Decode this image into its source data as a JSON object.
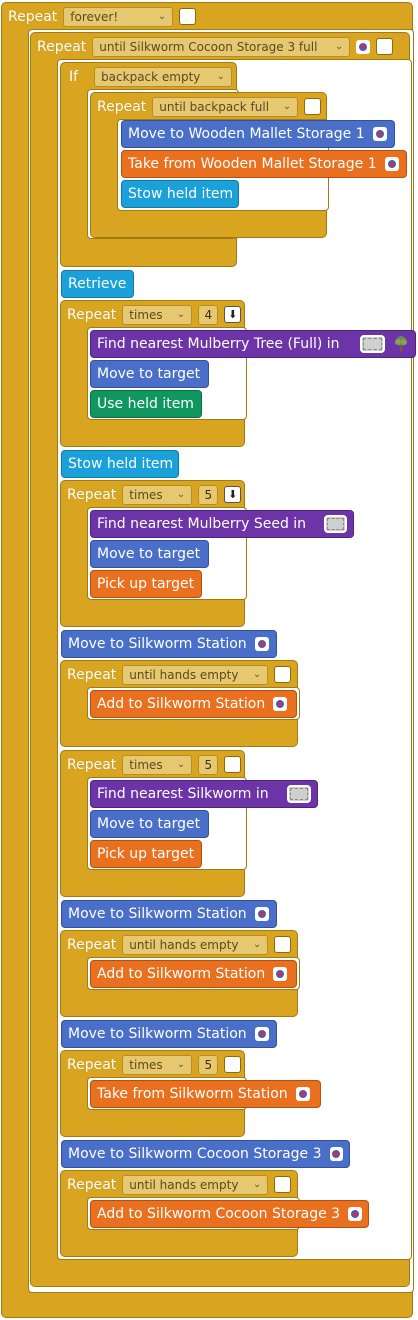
{
  "keywords": {
    "repeat": "Repeat",
    "if": "If"
  },
  "blocks": {
    "forever_loop": {
      "mode": "forever!"
    },
    "cocoon_loop": {
      "mode": "until Silkworm Cocoon Storage 3 full"
    },
    "backpack_if": {
      "condition": "backpack empty"
    },
    "backpack_loop": {
      "mode": "until backpack full"
    },
    "move_mallet": "Move to Wooden Mallet Storage 1",
    "take_mallet": "Take from Wooden Mallet Storage 1",
    "stow_1": "Stow held item",
    "retrieve": "Retrieve",
    "tree_loop": {
      "mode": "times",
      "count": "4"
    },
    "find_tree": "Find nearest Mulberry Tree (Full) in",
    "move_target_1": "Move to target",
    "use_held": "Use held item",
    "stow_2": "Stow held item",
    "seed_loop": {
      "mode": "times",
      "count": "5"
    },
    "find_seed": "Find nearest Mulberry Seed in",
    "move_target_2": "Move to target",
    "pick_up_1": "Pick up target",
    "move_station_1": "Move to Silkworm Station",
    "hands_loop_1": {
      "mode": "until hands empty"
    },
    "add_station_1": "Add to Silkworm Station",
    "worm_loop": {
      "mode": "times",
      "count": "5"
    },
    "find_worm": "Find nearest Silkworm in",
    "move_target_3": "Move to target",
    "pick_up_2": "Pick up target",
    "move_station_2": "Move to Silkworm Station",
    "hands_loop_2": {
      "mode": "until hands empty"
    },
    "add_station_2": "Add to Silkworm Station",
    "move_station_3": "Move to Silkworm Station",
    "take_loop": {
      "mode": "times",
      "count": "5"
    },
    "take_station": "Take from Silkworm Station",
    "move_storage": "Move to Silkworm Cocoon Storage 3",
    "hands_loop_3": {
      "mode": "until hands empty"
    },
    "add_storage": "Add to Silkworm Cocoon Storage 3"
  },
  "icons": {
    "dropdown": "chevron-down-icon",
    "target": "target-icon",
    "slot": "inventory-slot-icon",
    "tree": "tree-icon",
    "down_arrow": "down-arrow-icon"
  },
  "colors": {
    "loop": "#d9a521",
    "move": "#4a6fc9",
    "take": "#e8701e",
    "stow": "#1aa1d9",
    "find": "#6c34a6",
    "use": "#10965f"
  }
}
